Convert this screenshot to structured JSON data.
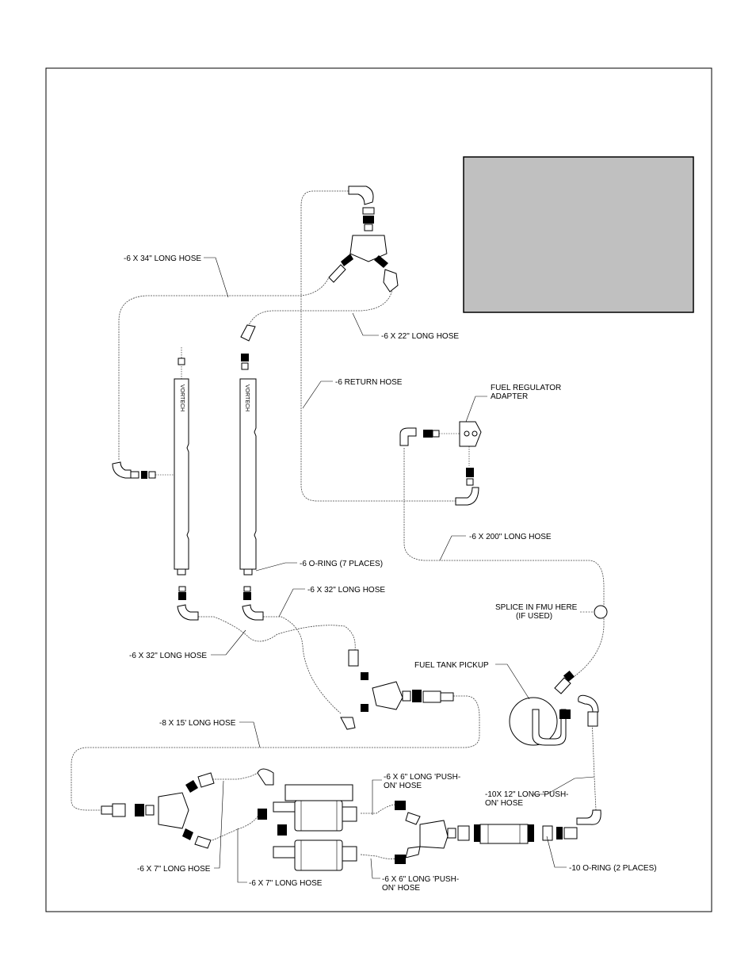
{
  "labels": {
    "hose_34": "-6 X 34\" LONG HOSE",
    "hose_22": "-6 X 22\" LONG HOSE",
    "return_hose": "-6 RETURN HOSE",
    "fuel_regulator_line1": "FUEL REGULATOR",
    "fuel_regulator_line2": "ADAPTER",
    "hose_200": "-6 X 200\" LONG HOSE",
    "oring_7": "-6 O-RING (7 PLACES)",
    "hose_32_right": "-6 X 32\" LONG HOSE",
    "splice_line1": "SPLICE IN FMU HERE",
    "splice_line2": "(IF USED)",
    "hose_32_left": "-6 X 32\" LONG HOSE",
    "fuel_tank_pickup": "FUEL TANK PICKUP",
    "hose_8x15": "-8 X 15' LONG HOSE",
    "pushon_top_line1": "-6 X 6\" LONG 'PUSH-",
    "pushon_top_line2": "ON' HOSE",
    "hose_10x12_line1": "-10X 12\" LONG 'PUSH-",
    "hose_10x12_line2": "ON' HOSE",
    "hose_7_left": "-6 X 7\" LONG HOSE",
    "hose_7_right": "-6 X 7\" LONG HOSE",
    "oring_10": "-10 O-RING (2 PLACES)",
    "pushon_bottom_line1": "-6 X 6\" LONG 'PUSH-",
    "pushon_bottom_line2": "ON' HOSE",
    "rail_brand_left": "VORTECH",
    "rail_brand_right": "VORTECH"
  },
  "colors": {
    "note_box": "#c0c0c0",
    "line": "#000000",
    "hose": "#444444"
  }
}
